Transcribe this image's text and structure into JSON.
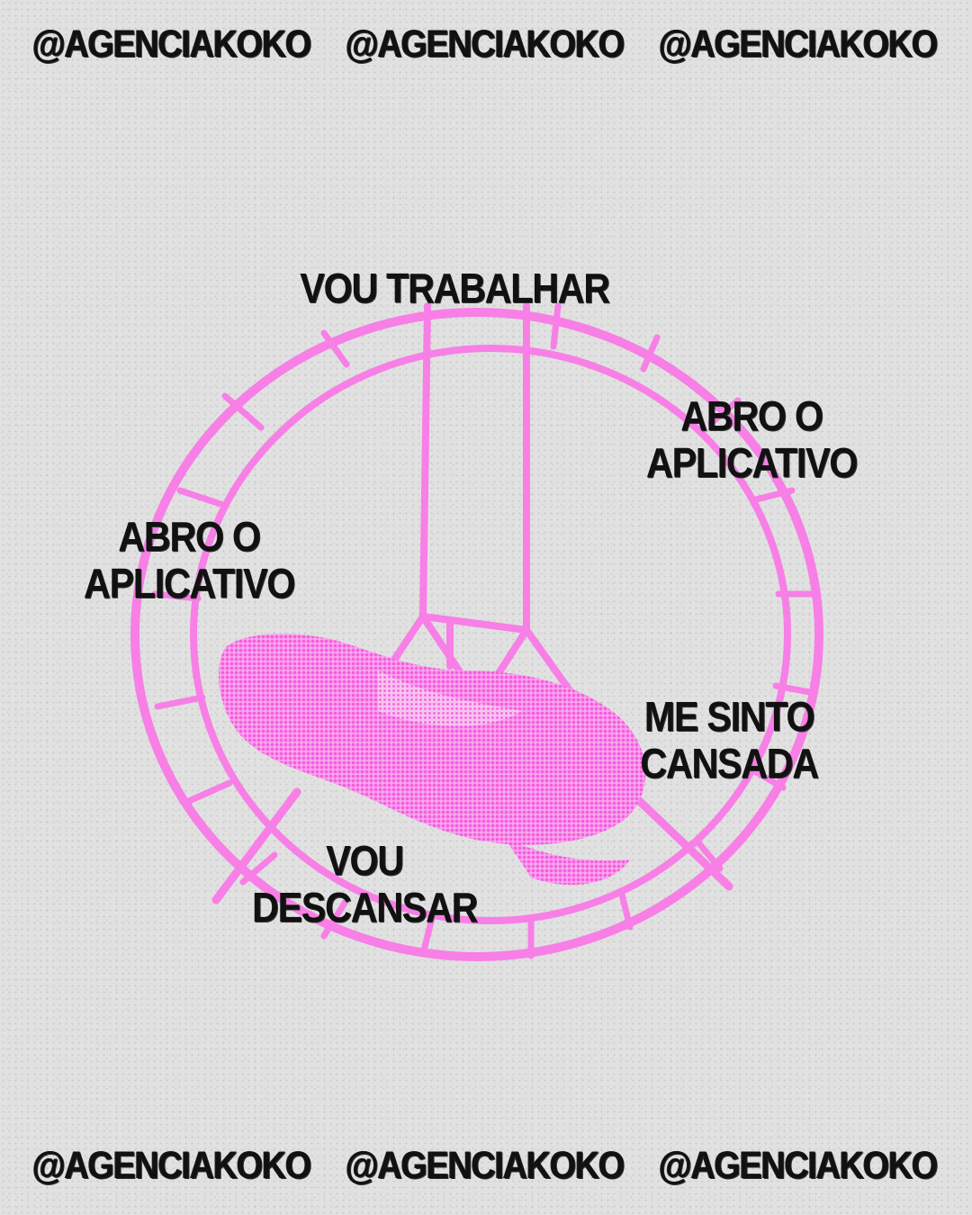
{
  "header": {
    "handles": [
      "@AGENCIAKOKO",
      "@AGENCIAKOKO",
      "@AGENCIAKOKO"
    ]
  },
  "footer": {
    "handles": [
      "@AGENCIAKOKO",
      "@AGENCIAKOKO",
      "@AGENCIAKOKO"
    ]
  },
  "cycle": {
    "work": "VOU TRABALHAR",
    "open_app_right": [
      "ABRO O",
      "APLICATIVO"
    ],
    "tired": [
      "ME SINTO",
      "CANSADA"
    ],
    "rest": [
      "VOU",
      "DESCANSAR"
    ],
    "open_app_left": [
      "ABRO O",
      "APLICATIVO"
    ]
  },
  "colors": {
    "background": "#e1e1e1",
    "accent_pink": "#f77fe6",
    "text": "#111111"
  },
  "icons": [
    "hamster-wheel-icon",
    "hamster-icon"
  ]
}
